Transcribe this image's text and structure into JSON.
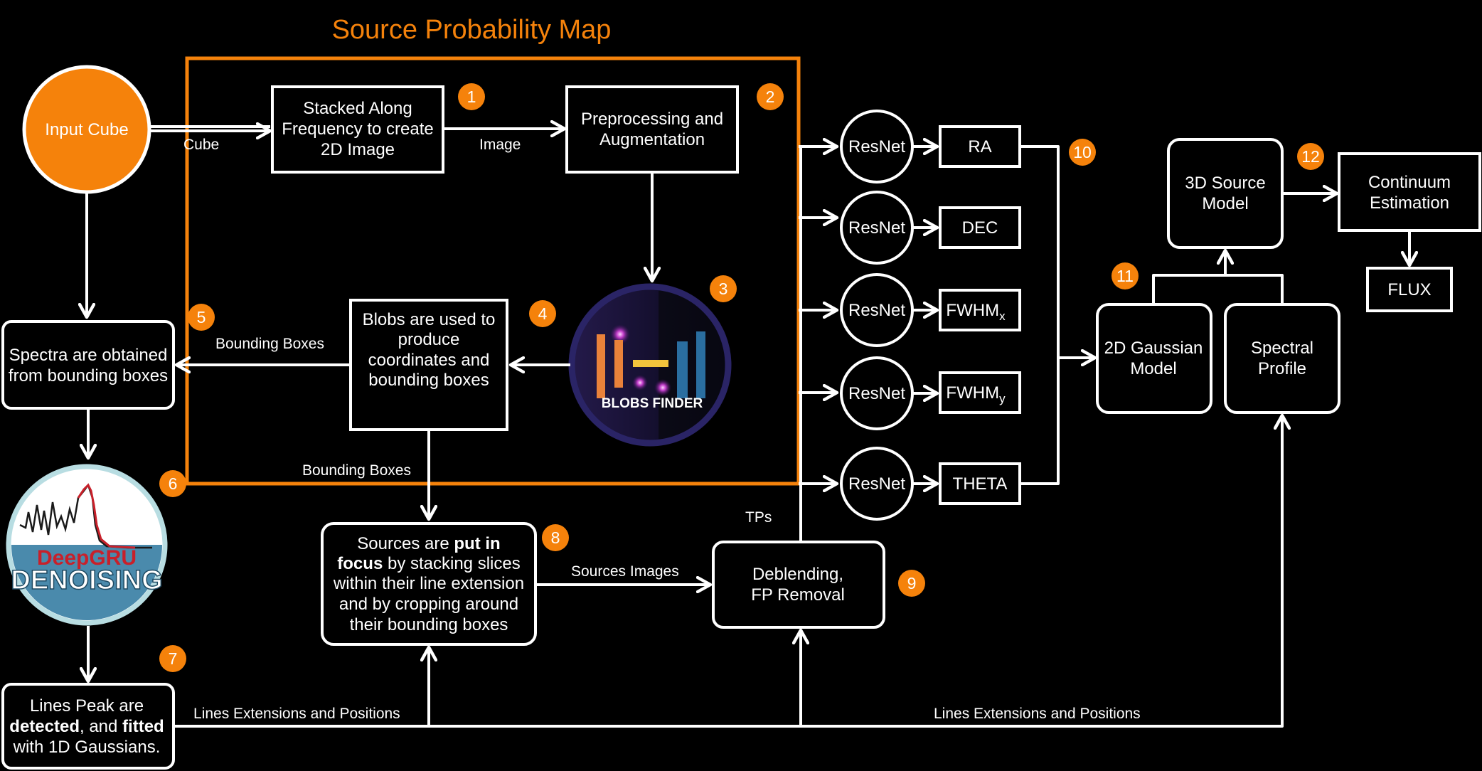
{
  "title": "Source Probability Map",
  "input": "Input Cube",
  "cube_label": "Cube",
  "image_label": "Image",
  "stack_box": [
    "Stacked Along",
    "Frequency to create",
    "2D Image"
  ],
  "prep_box": [
    "Preprocessing and",
    "Augmentation"
  ],
  "blobs_logo": "BLOBS FINDER",
  "blobs_box": [
    "Blobs are used to",
    "produce",
    "coordinates and",
    "bounding boxes"
  ],
  "bounding_boxes_left": "Bounding Boxes",
  "bounding_boxes_down": "Bounding Boxes",
  "spectra_box": [
    "Spectra are obtained",
    "from bounding boxes"
  ],
  "deepgru_top": "DeepGRU",
  "deepgru_bottom": "DENOISING",
  "lines_box": {
    "l1": "Lines Peak  are",
    "l2a": "detected",
    "l2b": ", and ",
    "l2c": "fitted",
    "l3": "with 1D Gaussians."
  },
  "focus_box": {
    "l1a": "Sources are ",
    "l1b": "put in",
    "l2a": "focus",
    "l2b": " by stacking slices",
    "l3": "within their line extension",
    "l4": "and by cropping around",
    "l5": "their bounding boxes"
  },
  "sources_images": "Sources Images",
  "deblend_box": [
    "Deblending,",
    "FP Removal"
  ],
  "tps": "TPs",
  "lines_ext_left": "Lines Extensions and Positions",
  "lines_ext_right": "Lines Extensions and Positions",
  "resnet": "ResNet",
  "outputs": {
    "ra": "RA",
    "dec": "DEC",
    "fwhm": "FWHM",
    "sub_x": "x",
    "sub_y": "y",
    "theta": "THETA"
  },
  "gauss2d_box": [
    "2D Gaussian",
    "Model"
  ],
  "spectral_box": [
    "Spectral",
    "Profile"
  ],
  "source3d_box": [
    "3D Source",
    "Model"
  ],
  "continuum_box": [
    "Continuum",
    "Estimation"
  ],
  "flux": "FLUX",
  "badges": [
    "1",
    "2",
    "3",
    "4",
    "5",
    "6",
    "7",
    "8",
    "9",
    "10",
    "11",
    "12"
  ],
  "colors": {
    "accent": "#f5820b",
    "background": "#000000",
    "line": "#ffffff"
  }
}
